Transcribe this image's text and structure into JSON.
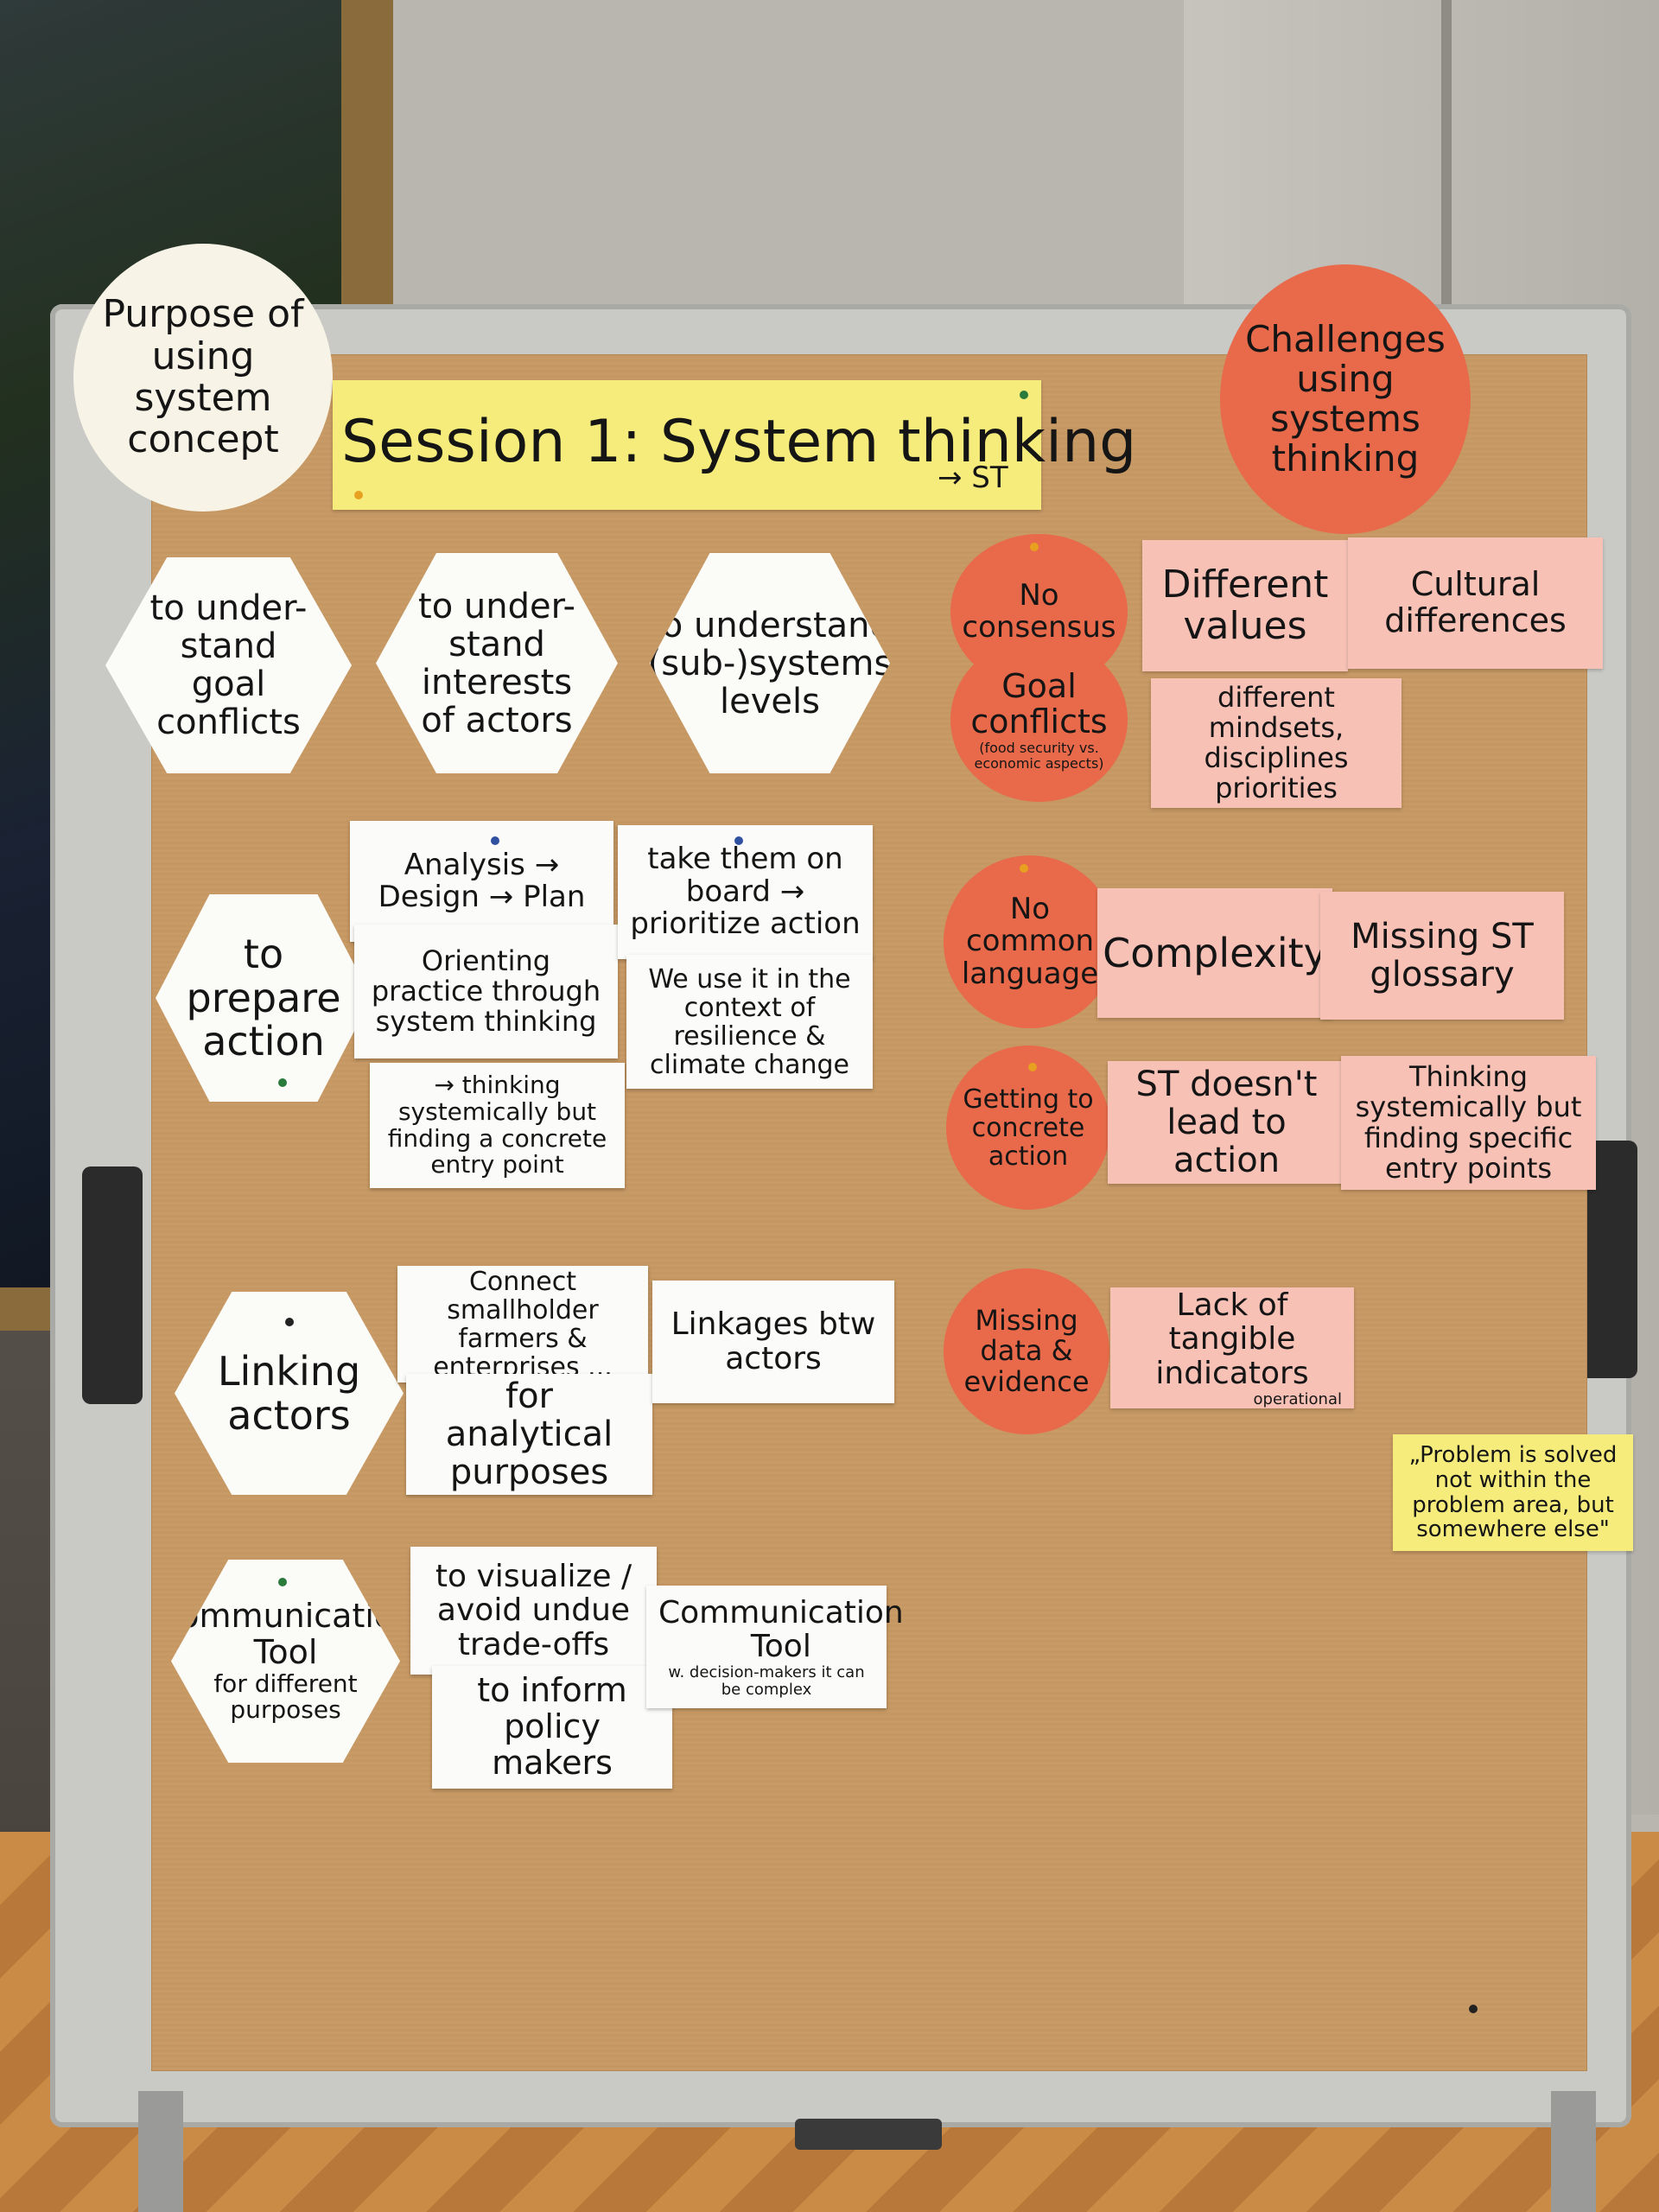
{
  "title": {
    "session": "Session 1: System thinking",
    "abbrev": "→ ST"
  },
  "purpose_header": "Purpose of using system concept",
  "challenges_header": "Challenges using systems thinking",
  "purposes": [
    {
      "hex": "to under-stand goal conflicts",
      "cards": []
    },
    {
      "hex": "to under-stand interests of actors",
      "cards": []
    },
    {
      "hex": "to understand (sub-)systems levels",
      "cards": []
    },
    {
      "hex": "to prepare action",
      "cards": [
        "Analysis → Design → Plan",
        "Orienting practice through system thinking",
        "take them on board → prioritize action",
        "We use it in the context of resilience & climate change",
        "→ thinking systemically but finding a concrete entry point"
      ]
    },
    {
      "hex": "Linking actors",
      "cards": [
        "Connect smallholder farmers & enterprises ...",
        "for analytical purposes",
        "Linkages btw actors"
      ]
    },
    {
      "hex": "Communication Tool",
      "hex_sub": "for different purposes",
      "cards": [
        "to visualize / avoid undue trade-offs",
        "to inform policy makers",
        "Communication Tool"
      ],
      "card_note": "w. decision-makers it can be complex"
    }
  ],
  "challenges": [
    {
      "circle": "No consensus",
      "cards": [
        "Different values",
        "Cultural differences"
      ]
    },
    {
      "circle": "Goal conflicts",
      "circle_sub": "(food security vs. economic aspects)",
      "cards": [
        "different mindsets, disciplines priorities"
      ]
    },
    {
      "circle": "No common language",
      "cards": [
        "Complexity",
        "Missing ST glossary"
      ]
    },
    {
      "circle": "Getting to concrete action",
      "cards": [
        "ST doesn't lead to action",
        "Thinking systemically but finding specific entry points"
      ]
    },
    {
      "circle": "Missing data & evidence",
      "cards": [
        "Lack of tangible indicators"
      ],
      "card_note": "operational"
    }
  ],
  "quote": "„Problem is solved not within the problem area, but somewhere else\""
}
